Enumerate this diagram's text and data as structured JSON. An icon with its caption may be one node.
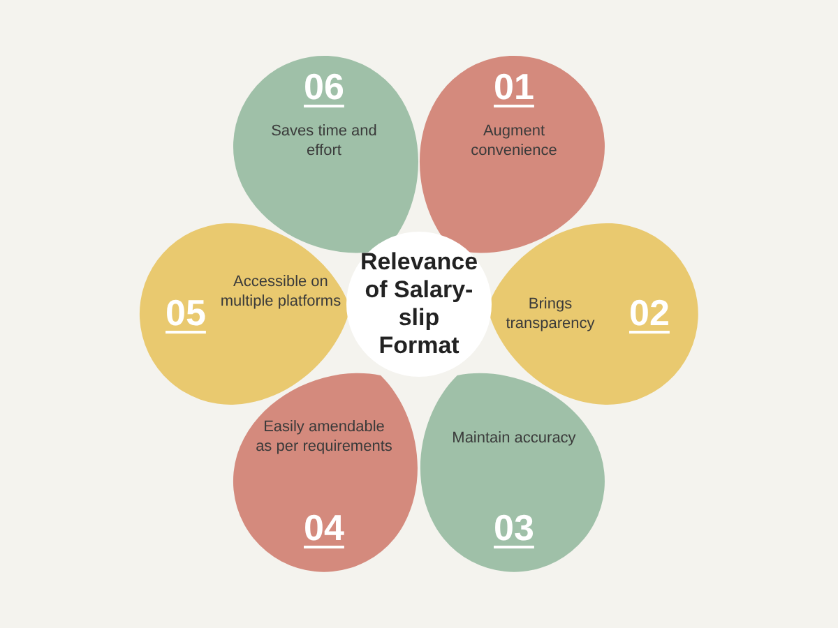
{
  "diagram": {
    "nodes": [
      {
        "text": [
          "Relevance of Salary-slip Format"
        ]
      },
      {
        "text": [
          "01",
          "Augment convenience"
        ]
      },
      {
        "text": [
          "Brings transparency",
          "02"
        ]
      },
      {
        "text": [
          "Maintain accuracy",
          "03"
        ]
      },
      {
        "text": [
          "Easily amendable as per requirements",
          "04"
        ]
      },
      {
        "text": [
          "05",
          "Accessible on multiple platforms"
        ]
      },
      {
        "text": [
          "06",
          "Saves time and effort"
        ]
      }
    ]
  }
}
